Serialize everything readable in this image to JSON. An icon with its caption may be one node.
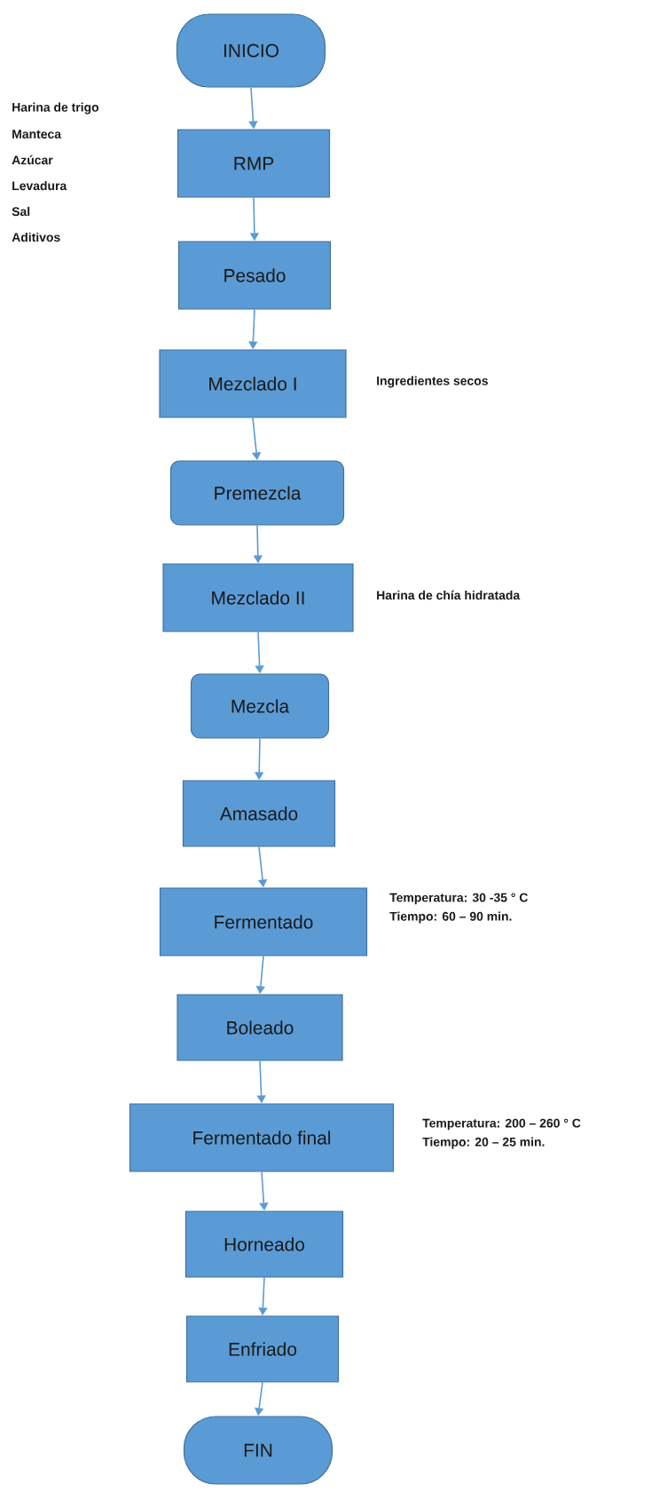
{
  "diagram": {
    "nodes": [
      {
        "text": [
          "INICIO"
        ]
      },
      {
        "text": [
          "RMP"
        ],
        "beside": [
          "Harina de trigo",
          "Manteca",
          "Azúcar",
          "Levadura",
          "Sal",
          "Aditivos"
        ]
      },
      {
        "text": [
          "Pesado"
        ]
      },
      {
        "text": [
          "Mezclado I"
        ],
        "beside": [
          "Ingredientes secos"
        ]
      },
      {
        "text": [
          "Premezcla"
        ]
      },
      {
        "text": [
          "Mezclado II"
        ],
        "beside": [
          "Harina de chía hidratada"
        ]
      },
      {
        "text": [
          "Mezcla"
        ]
      },
      {
        "text": [
          "Amasado"
        ]
      },
      {
        "text": [
          "Fermentado"
        ],
        "beside": [
          "Temperatura: 30 -35 ° C",
          "Tiempo: 60 – 90 min."
        ]
      },
      {
        "text": [
          "Boleado"
        ]
      },
      {
        "text": [
          "Fermentado final"
        ],
        "beside": [
          "Temperatura: 200 – 260 ° C",
          "Tiempo: 20 – 25 min."
        ]
      },
      {
        "text": [
          "Horneado"
        ]
      },
      {
        "text": [
          "Enfriado"
        ]
      },
      {
        "text": [
          "FIN"
        ]
      }
    ],
    "edges": [
      {
        "from": 0,
        "to": 1,
        "arrow": "to"
      },
      {
        "from": 1,
        "to": 2,
        "arrow": "to"
      },
      {
        "from": 2,
        "to": 3,
        "arrow": "to"
      },
      {
        "from": 3,
        "to": 4,
        "arrow": "to"
      },
      {
        "from": 4,
        "to": 5,
        "arrow": "to"
      },
      {
        "from": 5,
        "to": 6,
        "arrow": "to"
      },
      {
        "from": 6,
        "to": 7,
        "arrow": "to"
      },
      {
        "from": 7,
        "to": 8,
        "arrow": "to"
      },
      {
        "from": 8,
        "to": 9,
        "arrow": "to"
      },
      {
        "from": 9,
        "to": 10,
        "arrow": "to"
      },
      {
        "from": 10,
        "to": 11,
        "arrow": "to"
      },
      {
        "from": 11,
        "to": 12,
        "arrow": "to"
      },
      {
        "from": 12,
        "to": 13,
        "arrow": "to"
      }
    ]
  }
}
